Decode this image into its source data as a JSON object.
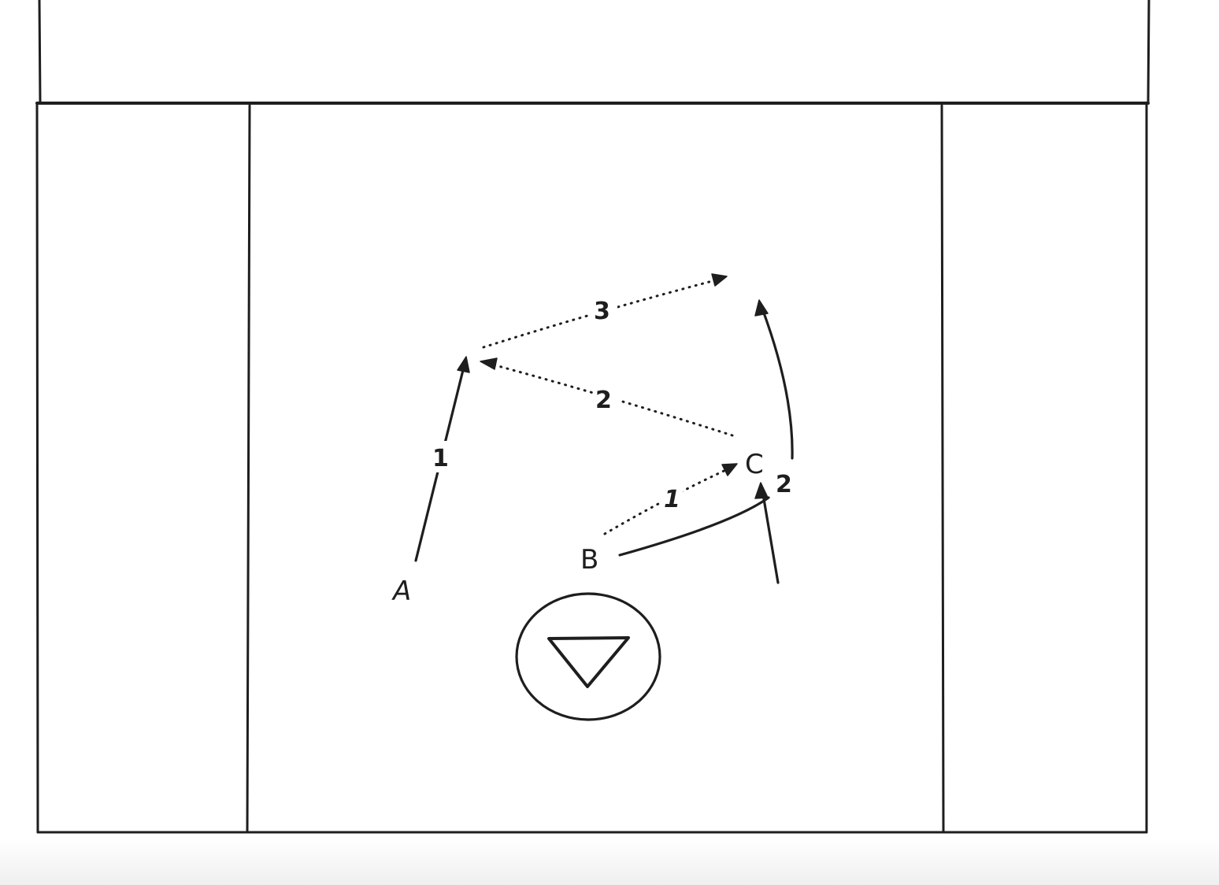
{
  "diagram": {
    "players": {
      "a": "A",
      "b": "B",
      "c": "C"
    },
    "sequence_labels": {
      "a_cut": "1",
      "b_pass": "1",
      "c_pass": "2",
      "b_cut": "2",
      "a_pass": "3"
    },
    "marker": "triangle-in-circle",
    "line_color": "#1e1e1e",
    "background": "#ffffff"
  }
}
